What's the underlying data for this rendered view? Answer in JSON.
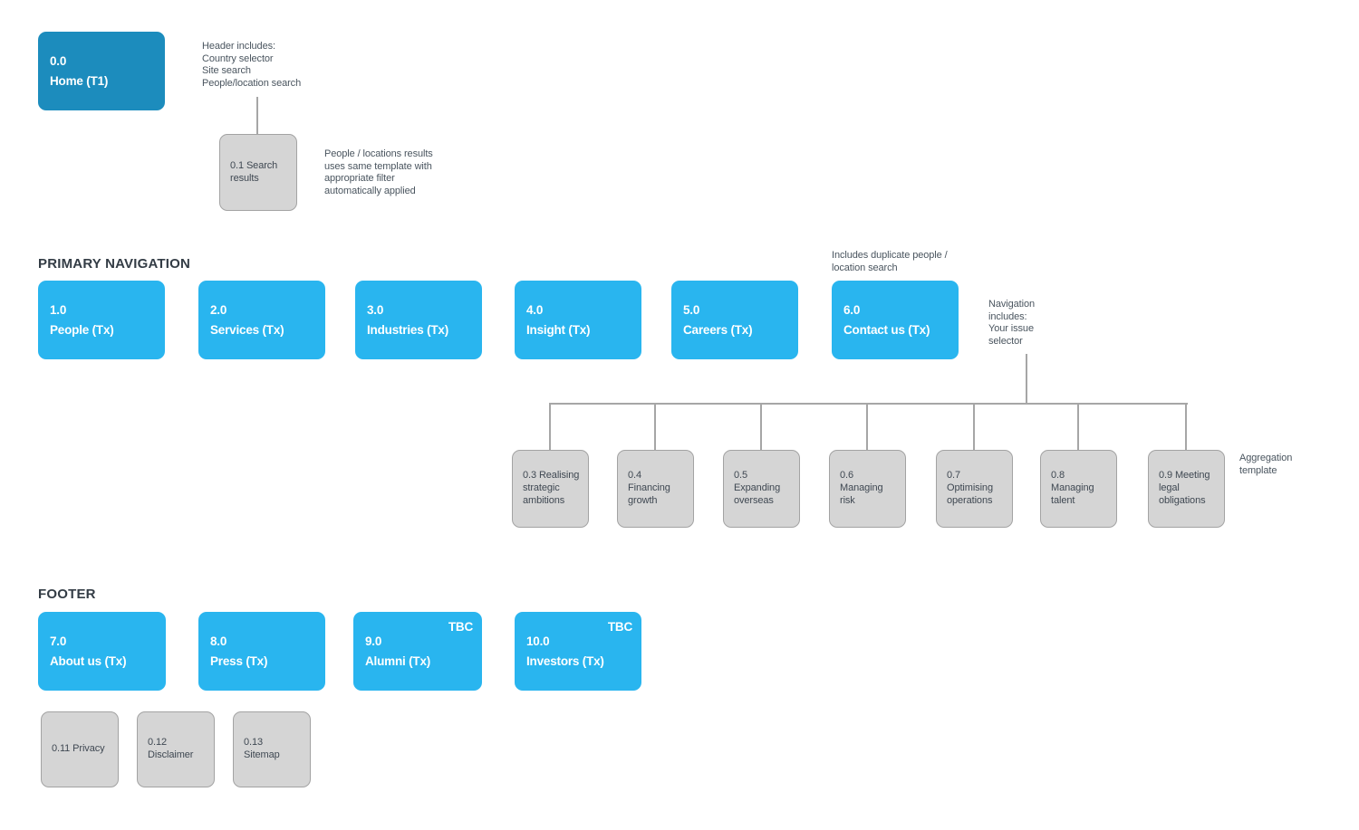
{
  "palette": {
    "dark_blue": "#1c8cbd",
    "light_blue": "#29b5ef",
    "gray_fill": "#d5d5d5",
    "gray_border": "#a3a3a3",
    "line": "#a6a6a6",
    "text_dark": "#3f4852",
    "note": "#4a555f",
    "heading": "#333c45"
  },
  "home": {
    "id": "0.0",
    "label": "Home (T1)"
  },
  "search_results": {
    "label": [
      "0.1 Search",
      "results"
    ]
  },
  "notes": {
    "header": [
      "Header includes:",
      "Country selector",
      "Site search",
      "People/location search"
    ],
    "search": [
      "People / locations results",
      "uses same template with",
      "appropriate filter",
      "automatically applied"
    ],
    "contact": [
      "Includes duplicate people /",
      "location search"
    ],
    "navigation": [
      "Navigation",
      "includes:",
      "Your issue",
      "selector"
    ],
    "aggregation": [
      "Aggregation",
      "template"
    ]
  },
  "primary_navigation": {
    "heading": "PRIMARY NAVIGATION",
    "items": [
      {
        "id": "1.0",
        "label": "People (Tx)"
      },
      {
        "id": "2.0",
        "label": "Services (Tx)"
      },
      {
        "id": "3.0",
        "label": "Industries (Tx)"
      },
      {
        "id": "4.0",
        "label": "Insight (Tx)"
      },
      {
        "id": "5.0",
        "label": "Careers (Tx)"
      },
      {
        "id": "6.0",
        "label": "Contact us (Tx)"
      }
    ]
  },
  "issue_pages": [
    {
      "label": [
        "0.3 Realising",
        "strategic",
        "ambitions"
      ]
    },
    {
      "label": [
        "0.4",
        "Financing",
        "growth"
      ]
    },
    {
      "label": [
        "0.5",
        "Expanding",
        "overseas"
      ]
    },
    {
      "label": [
        "0.6",
        "Managing",
        "risk"
      ]
    },
    {
      "label": [
        "0.7",
        "Optimising",
        "operations"
      ]
    },
    {
      "label": [
        "0.8",
        "Managing",
        "talent"
      ]
    },
    {
      "label": [
        "0.9 Meeting",
        "legal",
        "obligations"
      ]
    }
  ],
  "footer": {
    "heading": "FOOTER",
    "items": [
      {
        "id": "7.0",
        "label": "About us (Tx)"
      },
      {
        "id": "8.0",
        "label": "Press (Tx)"
      },
      {
        "id": "9.0",
        "label": "Alumni (Tx)",
        "badge": "TBC"
      },
      {
        "id": "10.0",
        "label": "Investors (Tx)",
        "badge": "TBC"
      }
    ],
    "utility": [
      {
        "label": [
          "0.11 Privacy"
        ]
      },
      {
        "label": [
          "0.12",
          "Disclaimer"
        ]
      },
      {
        "label": [
          "0.13",
          "Sitemap"
        ]
      }
    ]
  }
}
